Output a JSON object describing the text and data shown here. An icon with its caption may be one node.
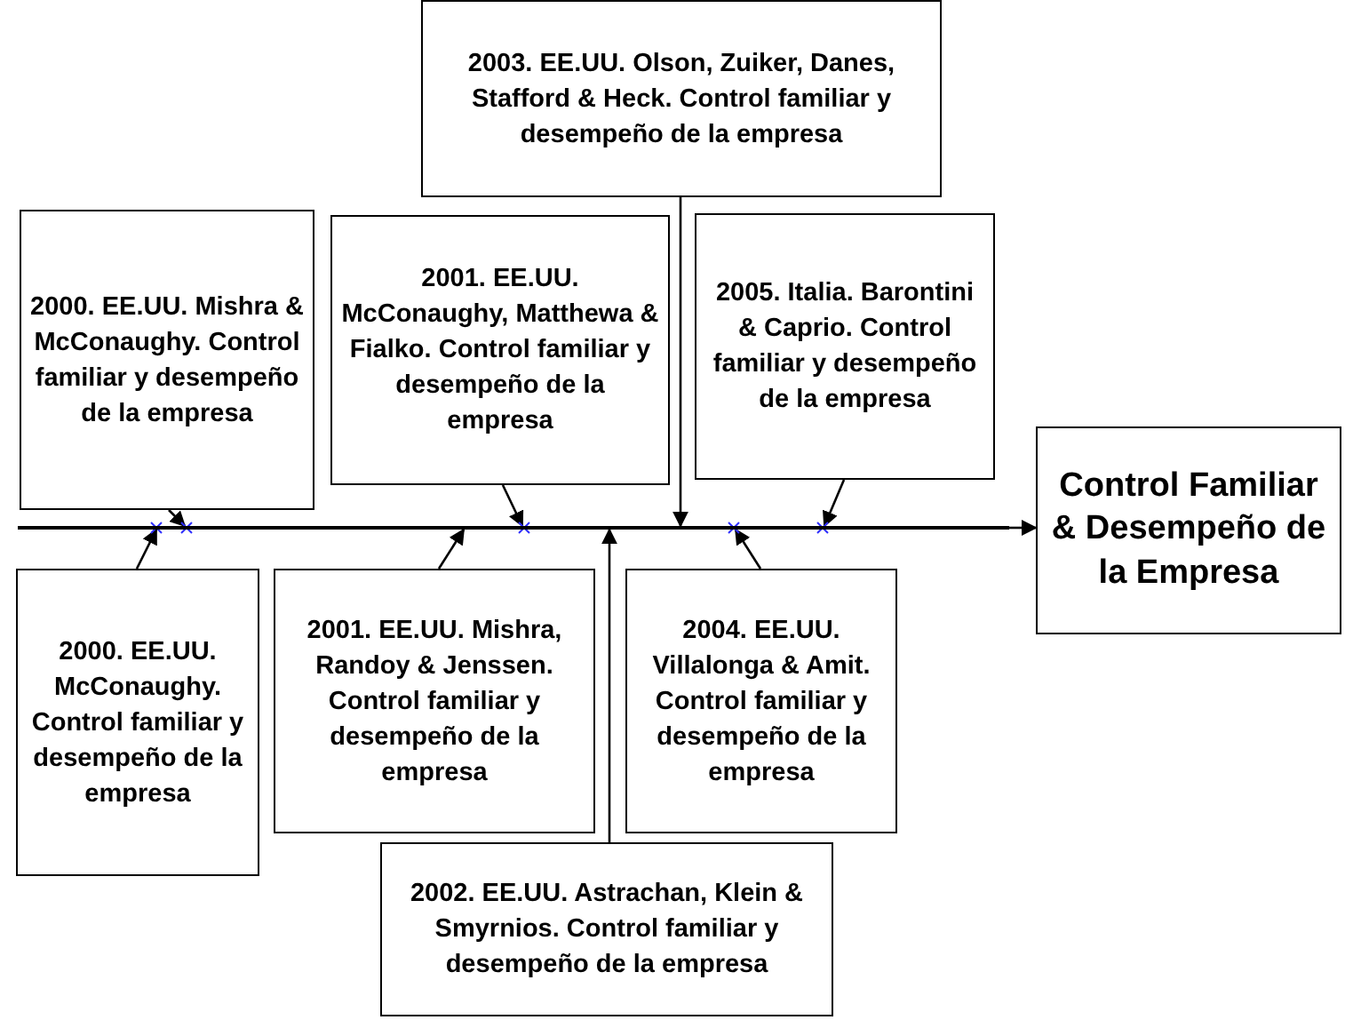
{
  "diagram": {
    "nodes": [
      {
        "text": [
          "2003. EE.UU. Olson, Zuiker, Danes, Stafford & Heck. Control familiar y desempeño de la empresa"
        ]
      },
      {
        "text": [
          "2000. EE.UU. Mishra & McConaughy. Control familiar y desempeño de la empresa"
        ]
      },
      {
        "text": [
          "2001. EE.UU. McConaughy, Matthewa & Fialko. Control familiar y desempeño de la empresa"
        ]
      },
      {
        "text": [
          "2005. Italia. Barontini & Caprio. Control familiar y desempeño de la empresa"
        ]
      },
      {
        "text": [
          "Control Familiar & Desempeño de la Empresa"
        ]
      },
      {
        "text": [],
        "shape": "bar"
      },
      {
        "text": [
          "2000. EE.UU. McConaughy. Control familiar y desempeño de la empresa"
        ]
      },
      {
        "text": [
          "2001. EE.UU. Mishra, Randoy & Jenssen. Control familiar y desempeño de la empresa"
        ]
      },
      {
        "text": [
          "2004. EE.UU. Villalonga & Amit. Control familiar y desempeño de la empresa"
        ]
      },
      {
        "text": [
          "2002. EE.UU. Astrachan, Klein & Smyrnios. Control familiar y desempeño de la empresa"
        ]
      }
    ],
    "edges": [
      {
        "from": 5,
        "to": 4,
        "arrow": "to"
      },
      {
        "from": 0,
        "to": 5,
        "arrow": "to"
      },
      {
        "from": 1,
        "to": 5,
        "arrow": "to"
      },
      {
        "from": 2,
        "to": 5,
        "arrow": "to"
      },
      {
        "from": 3,
        "to": 5,
        "arrow": "to"
      },
      {
        "from": 6,
        "to": 5,
        "arrow": "to"
      },
      {
        "from": 7,
        "to": 5,
        "arrow": "to"
      },
      {
        "from": 8,
        "to": 5,
        "arrow": "to"
      },
      {
        "from": 9,
        "to": 5,
        "arrow": "to"
      }
    ]
  }
}
